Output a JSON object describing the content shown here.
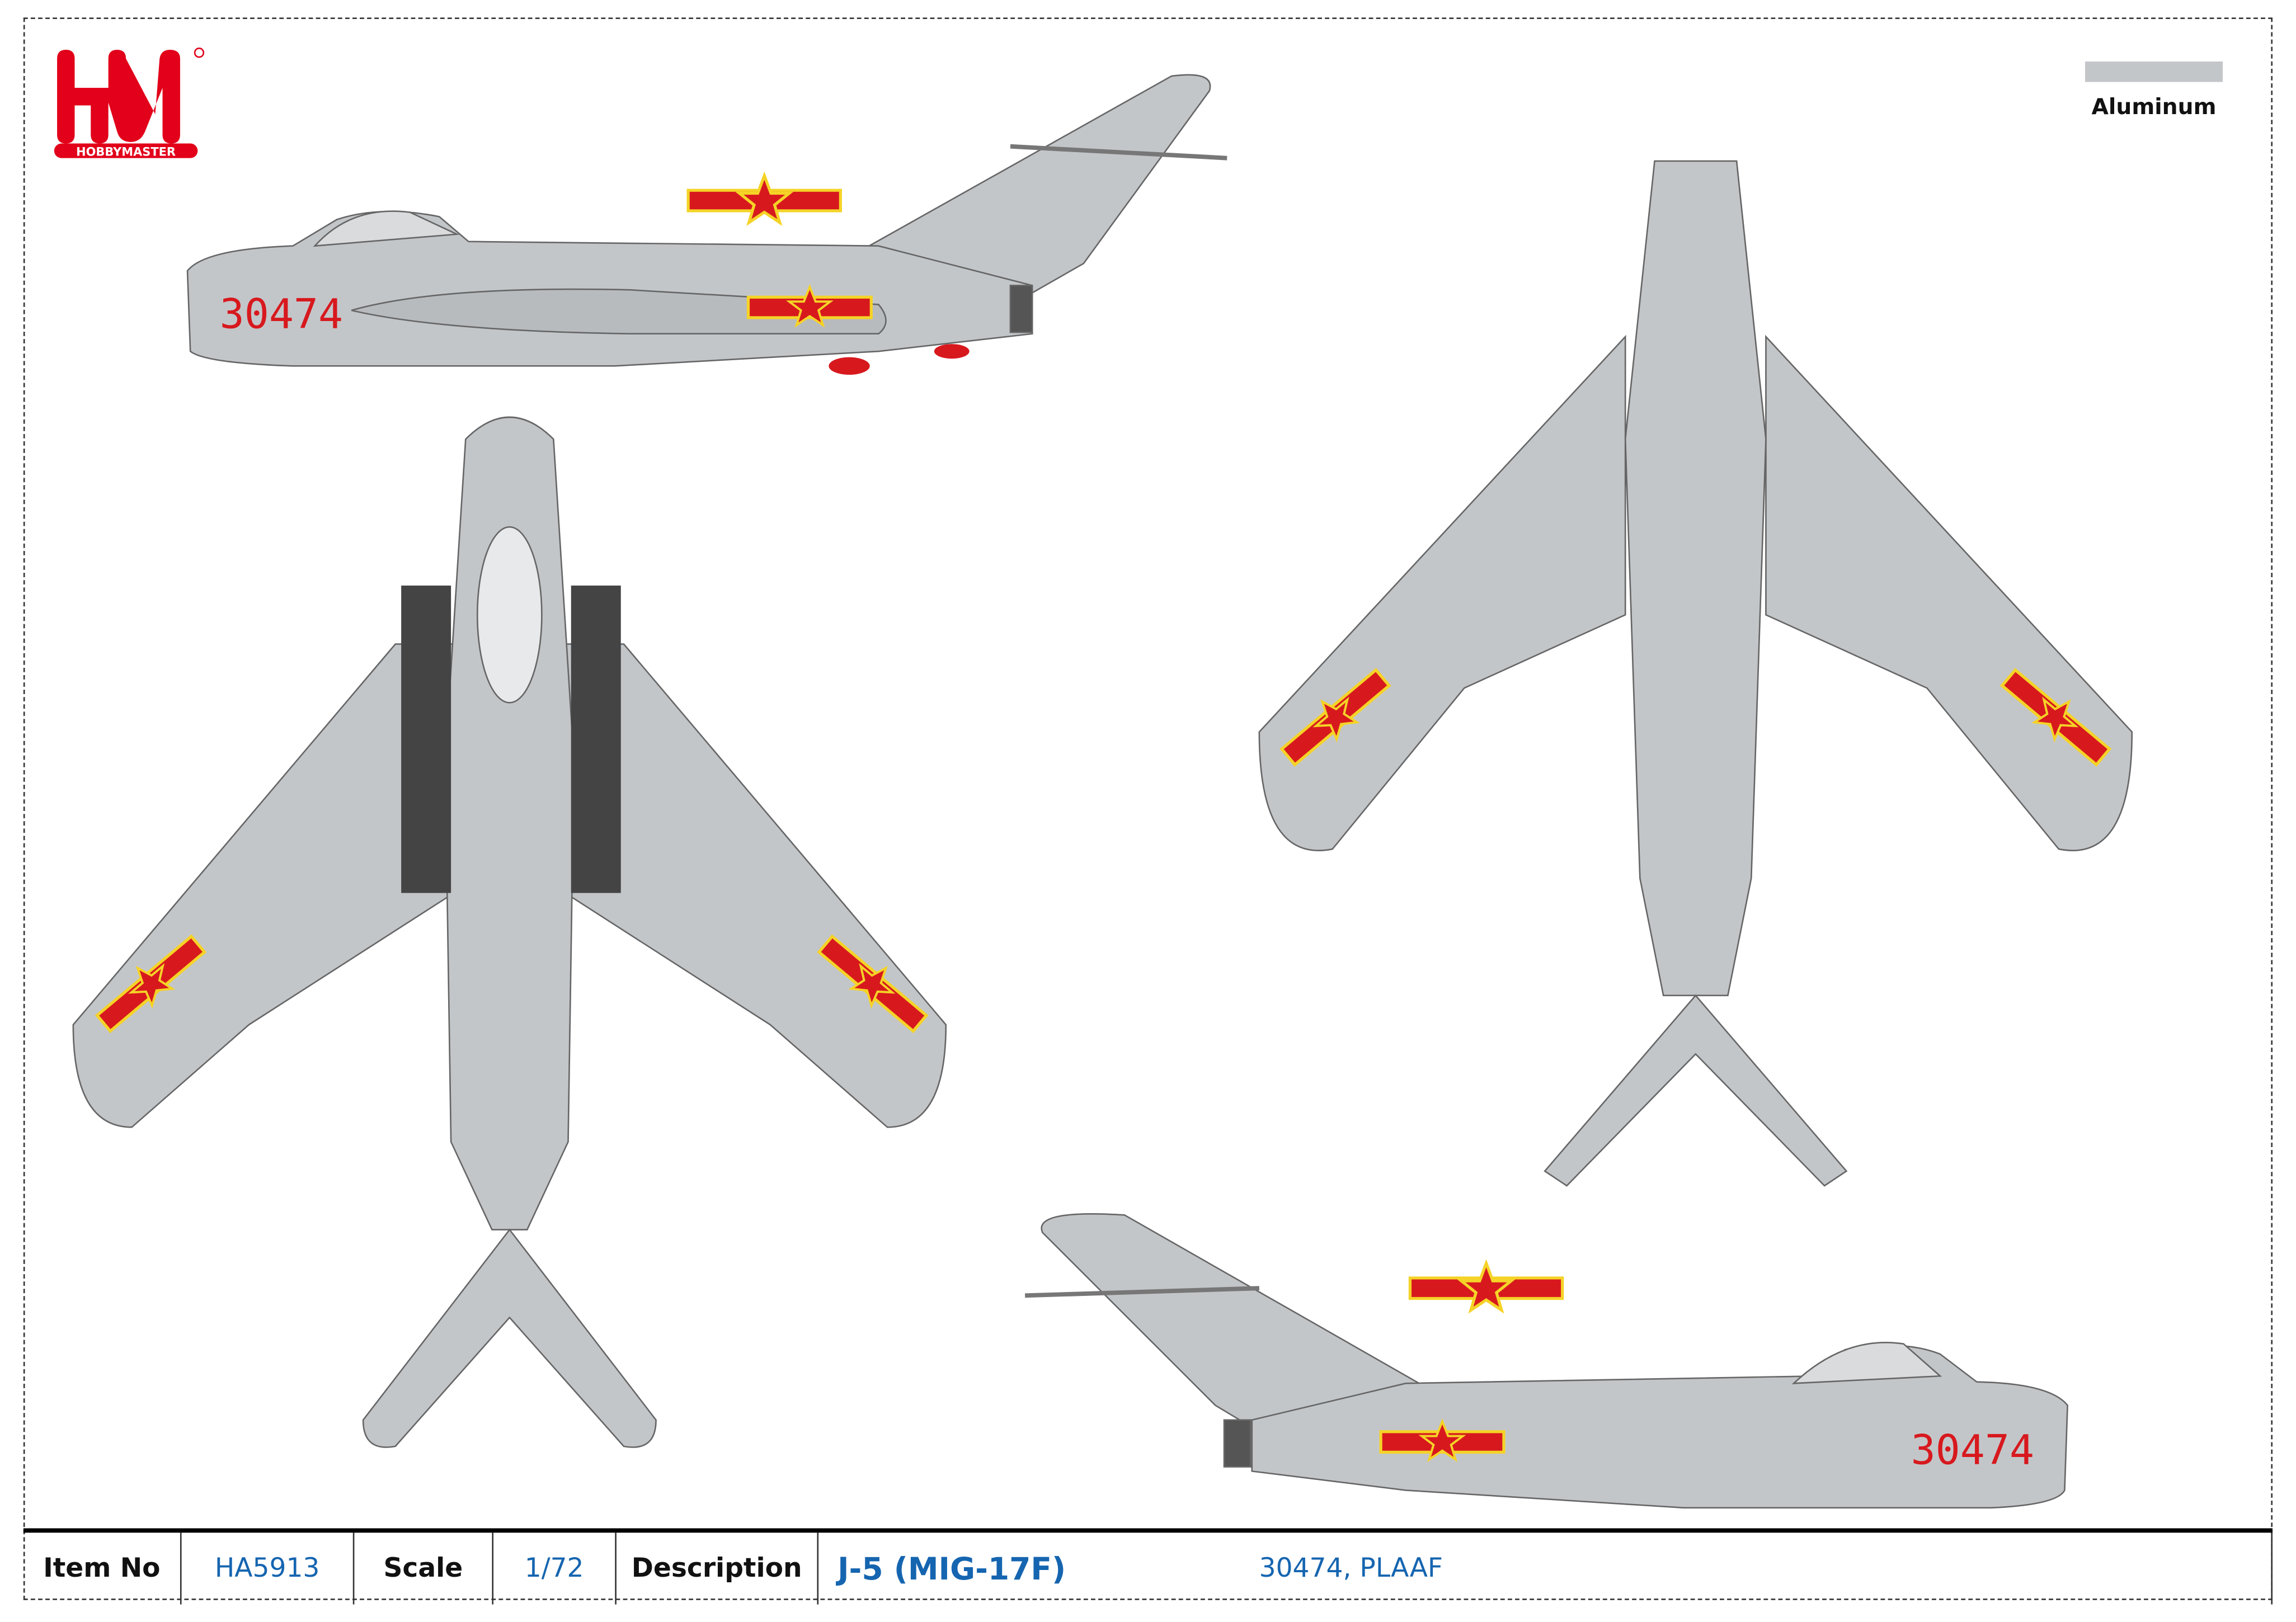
{
  "brand": {
    "logo_text": "HM",
    "logo_subtext": "HOBBYMASTER",
    "registered": "®"
  },
  "legend": {
    "label": "Aluminum",
    "swatch_color": "#c3c6c9"
  },
  "aircraft": {
    "serial": "30474",
    "body_color": "#c3c6c9",
    "insignia_red": "#d7191e",
    "insignia_yellow": "#f5d327",
    "panel_dark": "#444444"
  },
  "table": {
    "item_no_label": "Item No",
    "item_no": "HA5913",
    "scale_label": "Scale",
    "scale": "1/72",
    "description_label": "Description",
    "model": "J-5 (MIG-17F)",
    "detail": "30474, PLAAF"
  }
}
